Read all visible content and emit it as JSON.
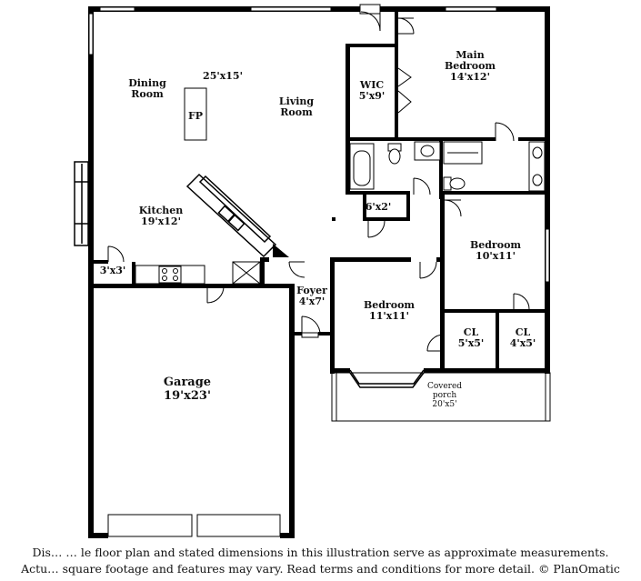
{
  "rooms": {
    "dining": {
      "name": "Dining\nRoom",
      "dims": ""
    },
    "living_dims": "25'x15'",
    "fireplace": "FP",
    "living": {
      "name": "Living\nRoom",
      "dims": ""
    },
    "wic": {
      "name": "WIC",
      "dims": "5'x9'"
    },
    "main_bedroom": {
      "name": "Main\nBedroom",
      "dims": "14'x12'"
    },
    "kitchen": {
      "name": "Kitchen",
      "dims": "19'x12'"
    },
    "closet_6x2": {
      "name": "",
      "dims": "6'x2'"
    },
    "bedroom_2": {
      "name": "Bedroom",
      "dims": "10'x11'"
    },
    "closet_3x3": {
      "name": "",
      "dims": "3'x3'"
    },
    "foyer": {
      "name": "Foyer",
      "dims": "4'x7'"
    },
    "bedroom_3": {
      "name": "Bedroom",
      "dims": "11'x11'"
    },
    "cl_1": {
      "name": "CL",
      "dims": "5'x5'"
    },
    "cl_2": {
      "name": "CL",
      "dims": "4'x5'"
    },
    "garage": {
      "name": "Garage",
      "dims": "19'x23'"
    },
    "porch": {
      "name": "Covered\nporch",
      "dims": "20'x5'"
    }
  },
  "disclaimer": {
    "line1": "Dis… … le floor plan and stated dimensions in this illustration serve as approximate measurements.",
    "line2": "Actu… square footage and features may vary. Read terms and conditions for more detail. © PlanOmatic"
  }
}
